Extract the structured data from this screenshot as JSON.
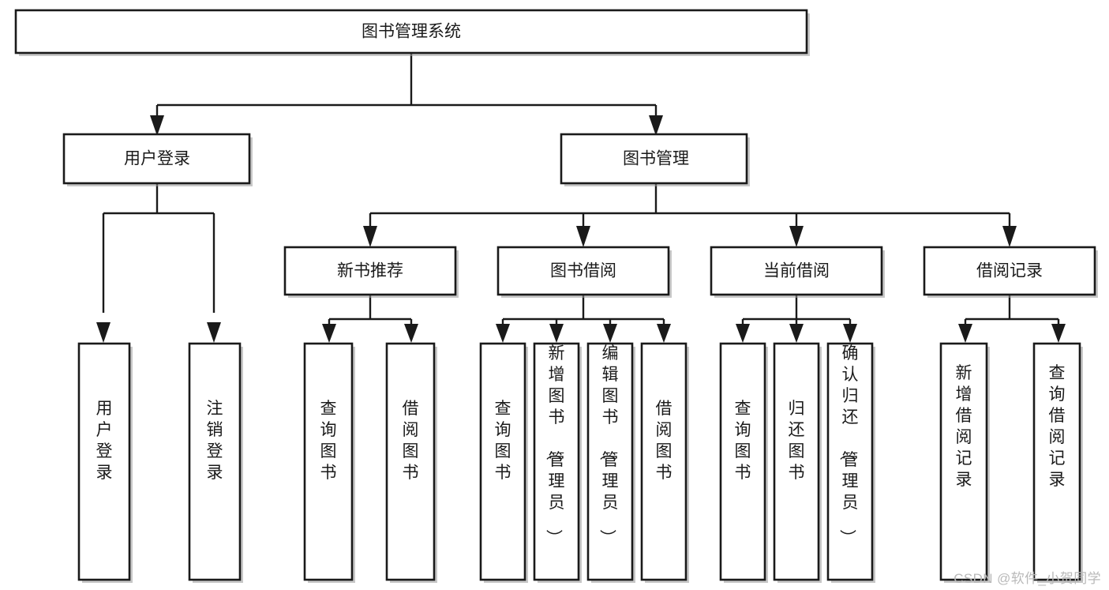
{
  "diagram": {
    "type": "tree-hierarchy",
    "orientation": "top-down",
    "title": "图书管理系统",
    "colors": {
      "box_stroke": "#1a1a1a",
      "box_fill": "#ffffff",
      "connector": "#1a1a1a",
      "shadow": "#9a9a9a",
      "watermark": "#b9b9b9",
      "background": "#ffffff"
    },
    "levels": {
      "root": {
        "label": "图书管理系统"
      },
      "level2": [
        {
          "id": "user-login",
          "label": "用户登录"
        },
        {
          "id": "book-management",
          "label": "图书管理"
        }
      ],
      "level3": [
        {
          "id": "new-book-recommend",
          "label": "新书推荐",
          "parent": "book-management"
        },
        {
          "id": "book-borrow",
          "label": "图书借阅",
          "parent": "book-management"
        },
        {
          "id": "current-borrow",
          "label": "当前借阅",
          "parent": "book-management"
        },
        {
          "id": "borrow-record",
          "label": "借阅记录",
          "parent": "book-management"
        }
      ],
      "leaves": [
        {
          "id": "leaf-user-login",
          "label": "用户登录",
          "parent": "user-login"
        },
        {
          "id": "leaf-logout-login",
          "label": "注销登录",
          "parent": "user-login"
        },
        {
          "id": "leaf-query-book-1",
          "label": "查询图书",
          "parent": "new-book-recommend"
        },
        {
          "id": "leaf-borrow-book-1",
          "label": "借阅图书",
          "parent": "new-book-recommend"
        },
        {
          "id": "leaf-query-book-2",
          "label": "查询图书",
          "parent": "book-borrow"
        },
        {
          "id": "leaf-add-book-admin",
          "label": "新增图书（管理员）",
          "parent": "book-borrow"
        },
        {
          "id": "leaf-edit-book-admin",
          "label": "编辑图书（管理员）",
          "parent": "book-borrow"
        },
        {
          "id": "leaf-borrow-book-2",
          "label": "借阅图书",
          "parent": "book-borrow"
        },
        {
          "id": "leaf-query-book-3",
          "label": "查询图书",
          "parent": "current-borrow"
        },
        {
          "id": "leaf-return-book",
          "label": "归还图书",
          "parent": "current-borrow"
        },
        {
          "id": "leaf-confirm-return-admin",
          "label": "确认归还（管理员）",
          "parent": "current-borrow"
        },
        {
          "id": "leaf-add-borrow-record",
          "label": "新增借阅记录",
          "parent": "borrow-record"
        },
        {
          "id": "leaf-query-borrow-record",
          "label": "查询借阅记录",
          "parent": "borrow-record"
        }
      ]
    }
  },
  "watermark": {
    "text": "CSDN @软件_小贺同学"
  }
}
